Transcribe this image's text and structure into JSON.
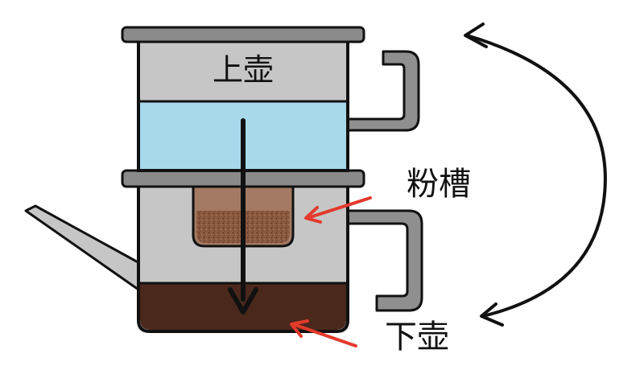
{
  "labels": {
    "upper_pot": "上壶",
    "filter_basket": "粉槽",
    "lower_pot": "下壶"
  },
  "colors": {
    "outline": "#111111",
    "body_gray": "#c6c6c6",
    "rim_gray": "#8a8a8a",
    "handle_gray": "#8f8f8f",
    "water_blue": "#a7d9ea",
    "coffee_brown": "#4a281c",
    "grounds_brown": "#8b5a40",
    "pointer_red": "#e23a2c"
  },
  "icons": {
    "flow_arrow": "down-arrow-icon",
    "cycle_arrow": "curved-double-arrow-icon"
  }
}
